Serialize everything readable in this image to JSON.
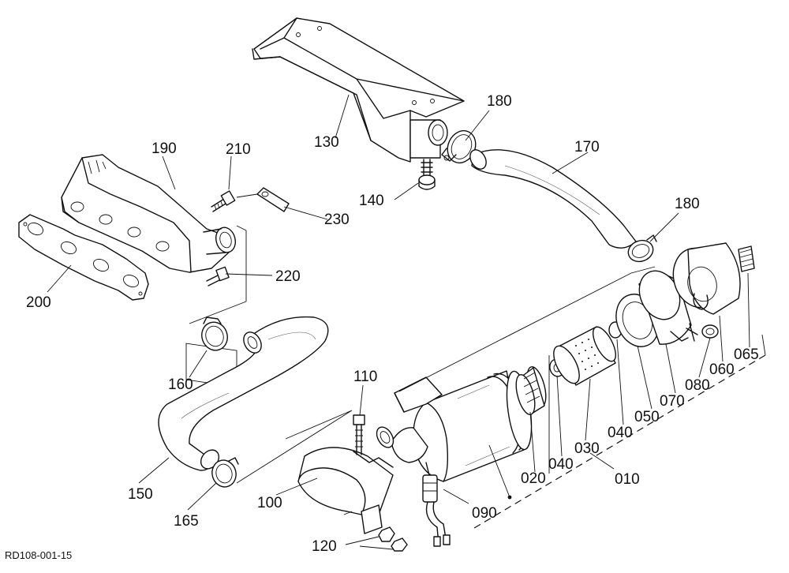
{
  "diagram": {
    "reference_code": "RD108-001-15",
    "part_labels": {
      "p010": "010",
      "p020": "020",
      "p030": "030",
      "p040a": "040",
      "p040b": "040",
      "p050": "050",
      "p060": "060",
      "p065": "065",
      "p070": "070",
      "p080": "080",
      "p090": "090",
      "p100": "100",
      "p110": "110",
      "p120": "120",
      "p130": "130",
      "p140": "140",
      "p150": "150",
      "p160": "160",
      "p165": "165",
      "p170": "170",
      "p180a": "180",
      "p180b": "180",
      "p190": "190",
      "p200": "200",
      "p210": "210",
      "p220": "220",
      "p230": "230"
    }
  }
}
